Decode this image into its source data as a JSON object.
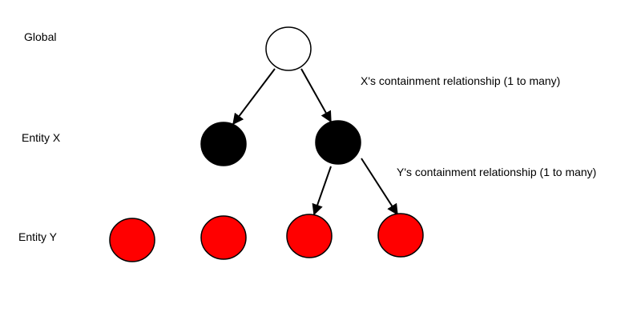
{
  "levels": {
    "global": "Global",
    "entity_x": "Entity X",
    "entity_y": "Entity Y"
  },
  "relationships": {
    "x_containment": "X's containment relationship (1 to many)",
    "y_containment": "Y's containment relationship (1 to many)"
  },
  "colors": {
    "global_node_fill": "#ffffff",
    "entity_x_fill": "#000000",
    "entity_y_fill": "#ff0000",
    "outline": "#000000"
  }
}
